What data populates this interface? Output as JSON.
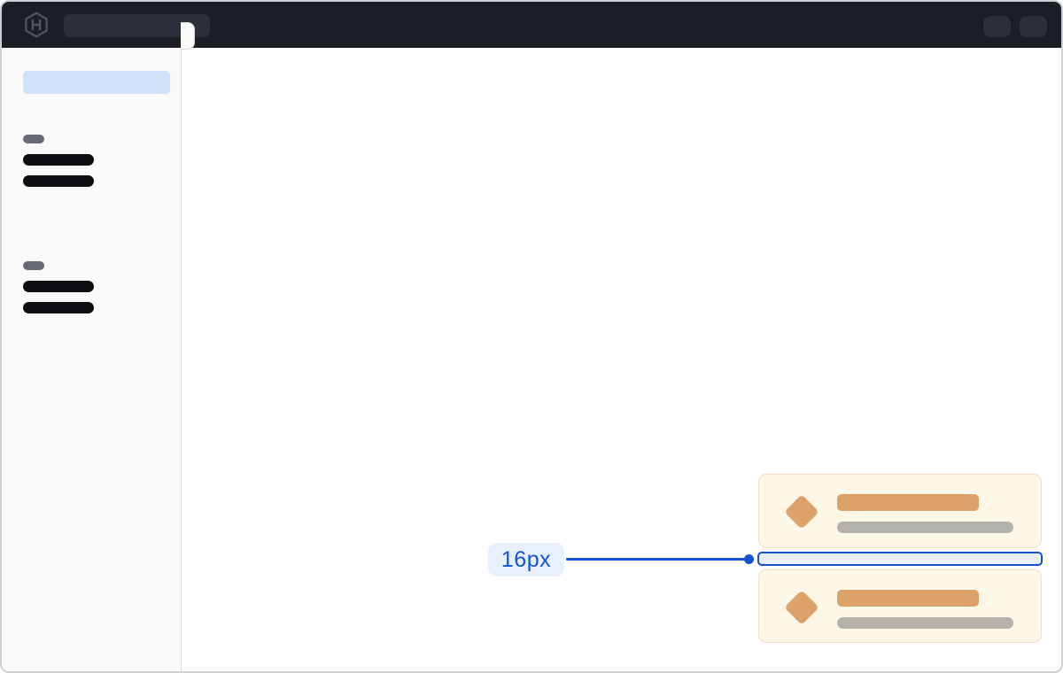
{
  "header": {
    "logo_icon": "hashicorp-logo",
    "search_skeleton": "empty search placeholder pill",
    "action_skeletons": 2,
    "bg_color": "#1b1e24",
    "skeleton_color": "#2b2f38"
  },
  "sidebar": {
    "active_item_skeleton": {
      "color": "#cfe1fb"
    },
    "toggle_handle": "sidebar-collapse-tab",
    "groups": [
      {
        "label_skeleton_color": "#656a74",
        "item_bars": 2,
        "bar_color": "#0c0e12"
      },
      {
        "label_skeleton_color": "#656a74",
        "item_bars": 2,
        "bar_color": "#0c0e12"
      }
    ]
  },
  "cards": {
    "count": 2,
    "bg_color": "#fdf7e7",
    "border_color": "#f2dfba",
    "icon": "diamond-icon",
    "accent_color": "#dda269",
    "muted_bar_color": "#b4b2ac"
  },
  "annotation": {
    "label": "16px",
    "accent_color": "#1353d0",
    "label_bg_color": "#e8effd",
    "label_text_color": "#1254d1",
    "indicator_fill": "#e9f0fc"
  }
}
